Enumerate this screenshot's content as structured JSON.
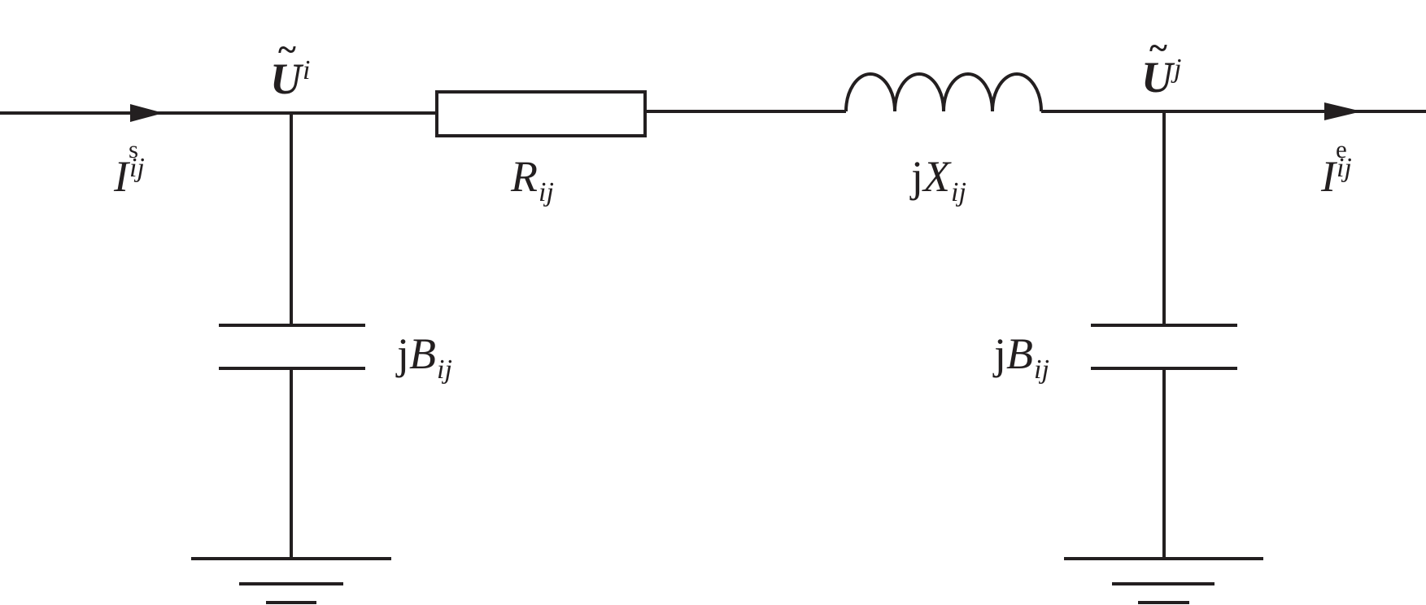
{
  "labels": {
    "node_i": {
      "tilde": "~",
      "symbol": "U",
      "subscript": "i"
    },
    "node_j": {
      "tilde": "~",
      "symbol": "U",
      "subscript": "j"
    },
    "current_start": {
      "symbol": "I",
      "superscript": "s",
      "subscript": "ij"
    },
    "current_end": {
      "symbol": "I",
      "superscript": "e",
      "subscript": "ij"
    },
    "resistance": {
      "symbol": "R",
      "subscript": "ij"
    },
    "reactance": {
      "prefix": "j",
      "symbol": "X",
      "subscript": "ij"
    },
    "susceptance_left": {
      "prefix": "j",
      "symbol": "B",
      "subscript": "ij"
    },
    "susceptance_right": {
      "prefix": "j",
      "symbol": "B",
      "subscript": "ij"
    }
  },
  "colors": {
    "line": "#231f20",
    "background": "#ffffff"
  }
}
